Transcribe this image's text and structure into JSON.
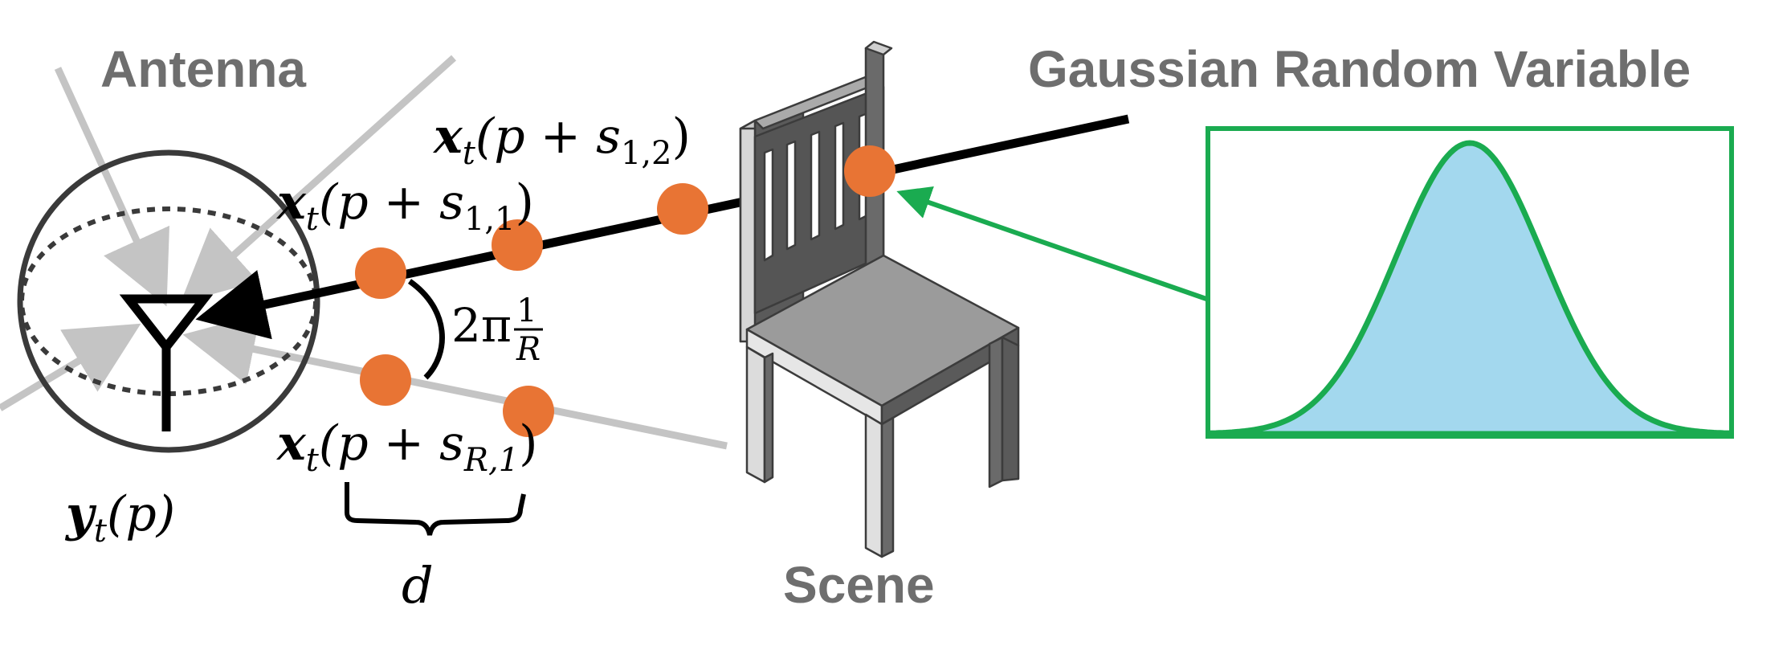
{
  "labels": {
    "antenna": "Antenna",
    "scene": "Scene",
    "gaussian": "Gaussian Random Variable"
  },
  "math": {
    "x_s12": {
      "base": "x",
      "sub": "t",
      "arg_open": "(p + s",
      "arg_sub": "1,2",
      "arg_close": ")"
    },
    "x_s11": {
      "base": "x",
      "sub": "t",
      "arg_open": "(p + s",
      "arg_sub": "1,1",
      "arg_close": ")"
    },
    "x_sR1": {
      "base": "x",
      "sub": "t",
      "arg_open": "(p + s",
      "arg_sub": "R,1",
      "arg_close": ")"
    },
    "y_p": {
      "base": "y",
      "sub": "t",
      "arg": "(p)"
    },
    "angle": {
      "prefix": "2π",
      "num": "1",
      "den": "R"
    },
    "spacing": "d"
  },
  "colors": {
    "sample_point": "#e87434",
    "gaussian_fill": "#a3d8ee",
    "gaussian_outline": "#1aab50",
    "ray_main": "#000000",
    "ray_gray": "#c4c4c4",
    "label_gray": "#6e6e6e"
  }
}
